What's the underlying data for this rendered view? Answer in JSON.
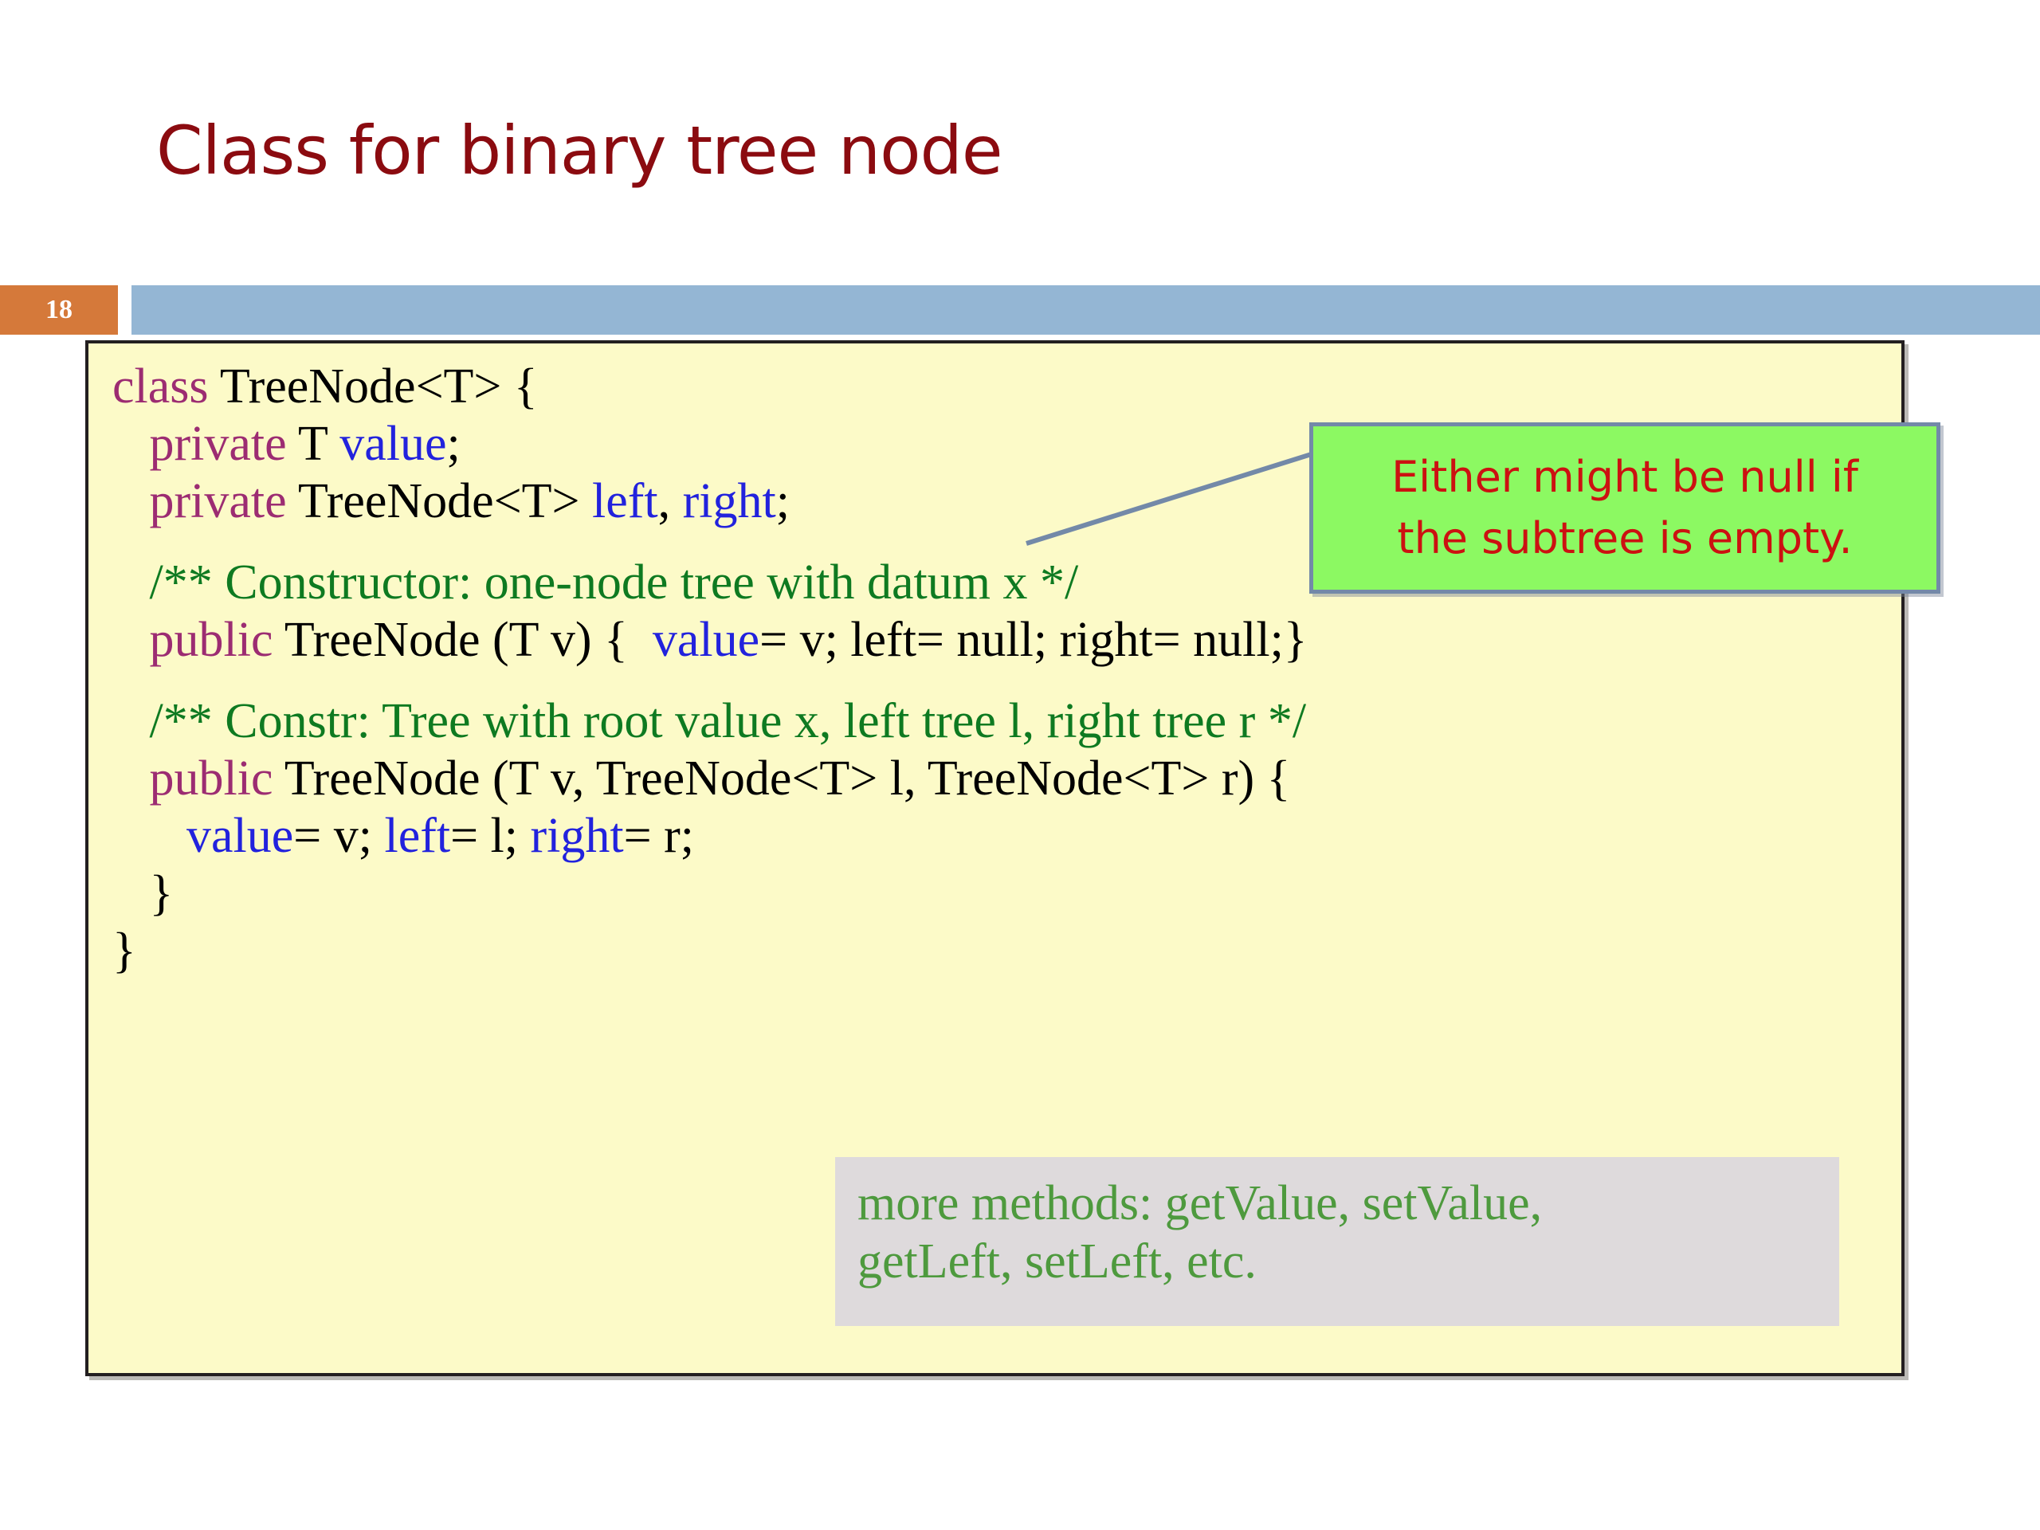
{
  "slide": {
    "title": "Class for binary tree node",
    "number": "18",
    "accent_orange": "#D5793A",
    "accent_blue": "#94B6D4",
    "title_color": "#8B0B10"
  },
  "code_panel": {
    "background": "#FCFAC8",
    "border_color": "#231F20",
    "lines": [
      [
        {
          "t": "class ",
          "c": "kw"
        },
        {
          "t": "TreeNode<T> {",
          "c": "plain"
        }
      ],
      [
        {
          "t": "   private ",
          "c": "kw"
        },
        {
          "t": "T ",
          "c": "plain"
        },
        {
          "t": "value",
          "c": "fld"
        },
        {
          "t": ";",
          "c": "plain"
        }
      ],
      [
        {
          "t": "   private ",
          "c": "kw"
        },
        {
          "t": "TreeNode<T> ",
          "c": "plain"
        },
        {
          "t": "left",
          "c": "fld"
        },
        {
          "t": ", ",
          "c": "plain"
        },
        {
          "t": "right",
          "c": "fld"
        },
        {
          "t": ";",
          "c": "plain"
        }
      ],
      [],
      [
        {
          "t": "   /** Constructor: one-node tree with datum x */",
          "c": "cmt"
        }
      ],
      [
        {
          "t": "   public ",
          "c": "kw"
        },
        {
          "t": "TreeNode (T v) {  ",
          "c": "plain"
        },
        {
          "t": "value",
          "c": "fld"
        },
        {
          "t": "= v; left= null; right= null;}",
          "c": "plain"
        }
      ],
      [],
      [
        {
          "t": "   /** Constr: Tree with root value x, left tree l, right tree r */",
          "c": "cmt"
        }
      ],
      [
        {
          "t": "   public ",
          "c": "kw"
        },
        {
          "t": "TreeNode (T v, TreeNode<T> l, TreeNode<T> r) {",
          "c": "plain"
        }
      ],
      [
        {
          "t": "      ",
          "c": "plain"
        },
        {
          "t": "value",
          "c": "fld"
        },
        {
          "t": "= v; ",
          "c": "plain"
        },
        {
          "t": "left",
          "c": "fld"
        },
        {
          "t": "= l; ",
          "c": "plain"
        },
        {
          "t": "right",
          "c": "fld"
        },
        {
          "t": "= r;",
          "c": "plain"
        }
      ],
      [
        {
          "t": "   }",
          "c": "plain"
        }
      ],
      [
        {
          "t": "}",
          "c": "plain"
        }
      ]
    ]
  },
  "callout_green": {
    "line1": "Either might be null if",
    "line2": "the subtree is empty.",
    "background": "#8CF962",
    "border_color": "#7389A8",
    "text_color": "#CC1111"
  },
  "note_gray": {
    "line1": "more methods: getValue, setValue,",
    "line2": "getLeft, setLeft, etc.",
    "background": "#DEDADC",
    "text_color": "#4E9A3E"
  },
  "connector": {
    "color": "#7389A8"
  }
}
